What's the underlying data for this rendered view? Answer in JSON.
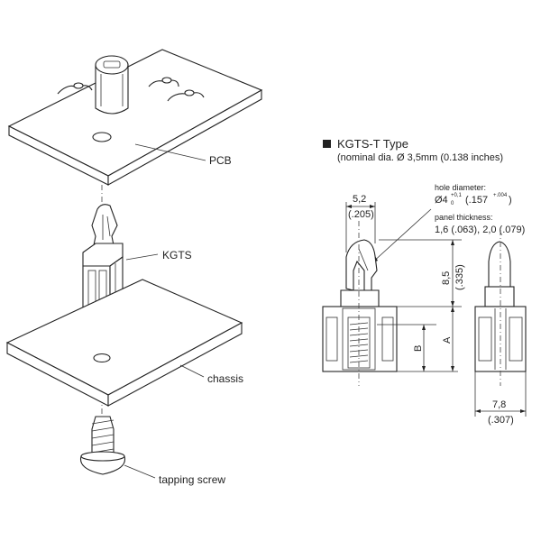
{
  "exploded_view": {
    "labels": {
      "pcb": "PCB",
      "kgts": "KGTS",
      "chassis": "chassis",
      "tapping_screw": "tapping screw"
    }
  },
  "spec": {
    "title": "KGTS-T Type",
    "subtitle": "(nominal dia. Ø 3,5mm (0.138 inches)",
    "hole_diameter_label": "hole diameter:",
    "hole_diameter_value": "Ø4",
    "hole_tol_upper": "+0,1",
    "hole_tol_lower": "0",
    "hole_diameter_inch": "(.157",
    "hole_inch_tol": "+.004",
    "hole_inch_close": ")",
    "panel_thickness_label": "panel thickness:",
    "panel_thickness_value": "1,6 (.063), 2,0 (.079)",
    "dim_width_top_mm": "5,2",
    "dim_width_top_in": "(.205)",
    "dim_height_mm": "8,5",
    "dim_height_in": "(.335)",
    "dim_a": "A",
    "dim_b": "B",
    "dim_width_bottom_mm": "7,8",
    "dim_width_bottom_in": "(.307)"
  }
}
